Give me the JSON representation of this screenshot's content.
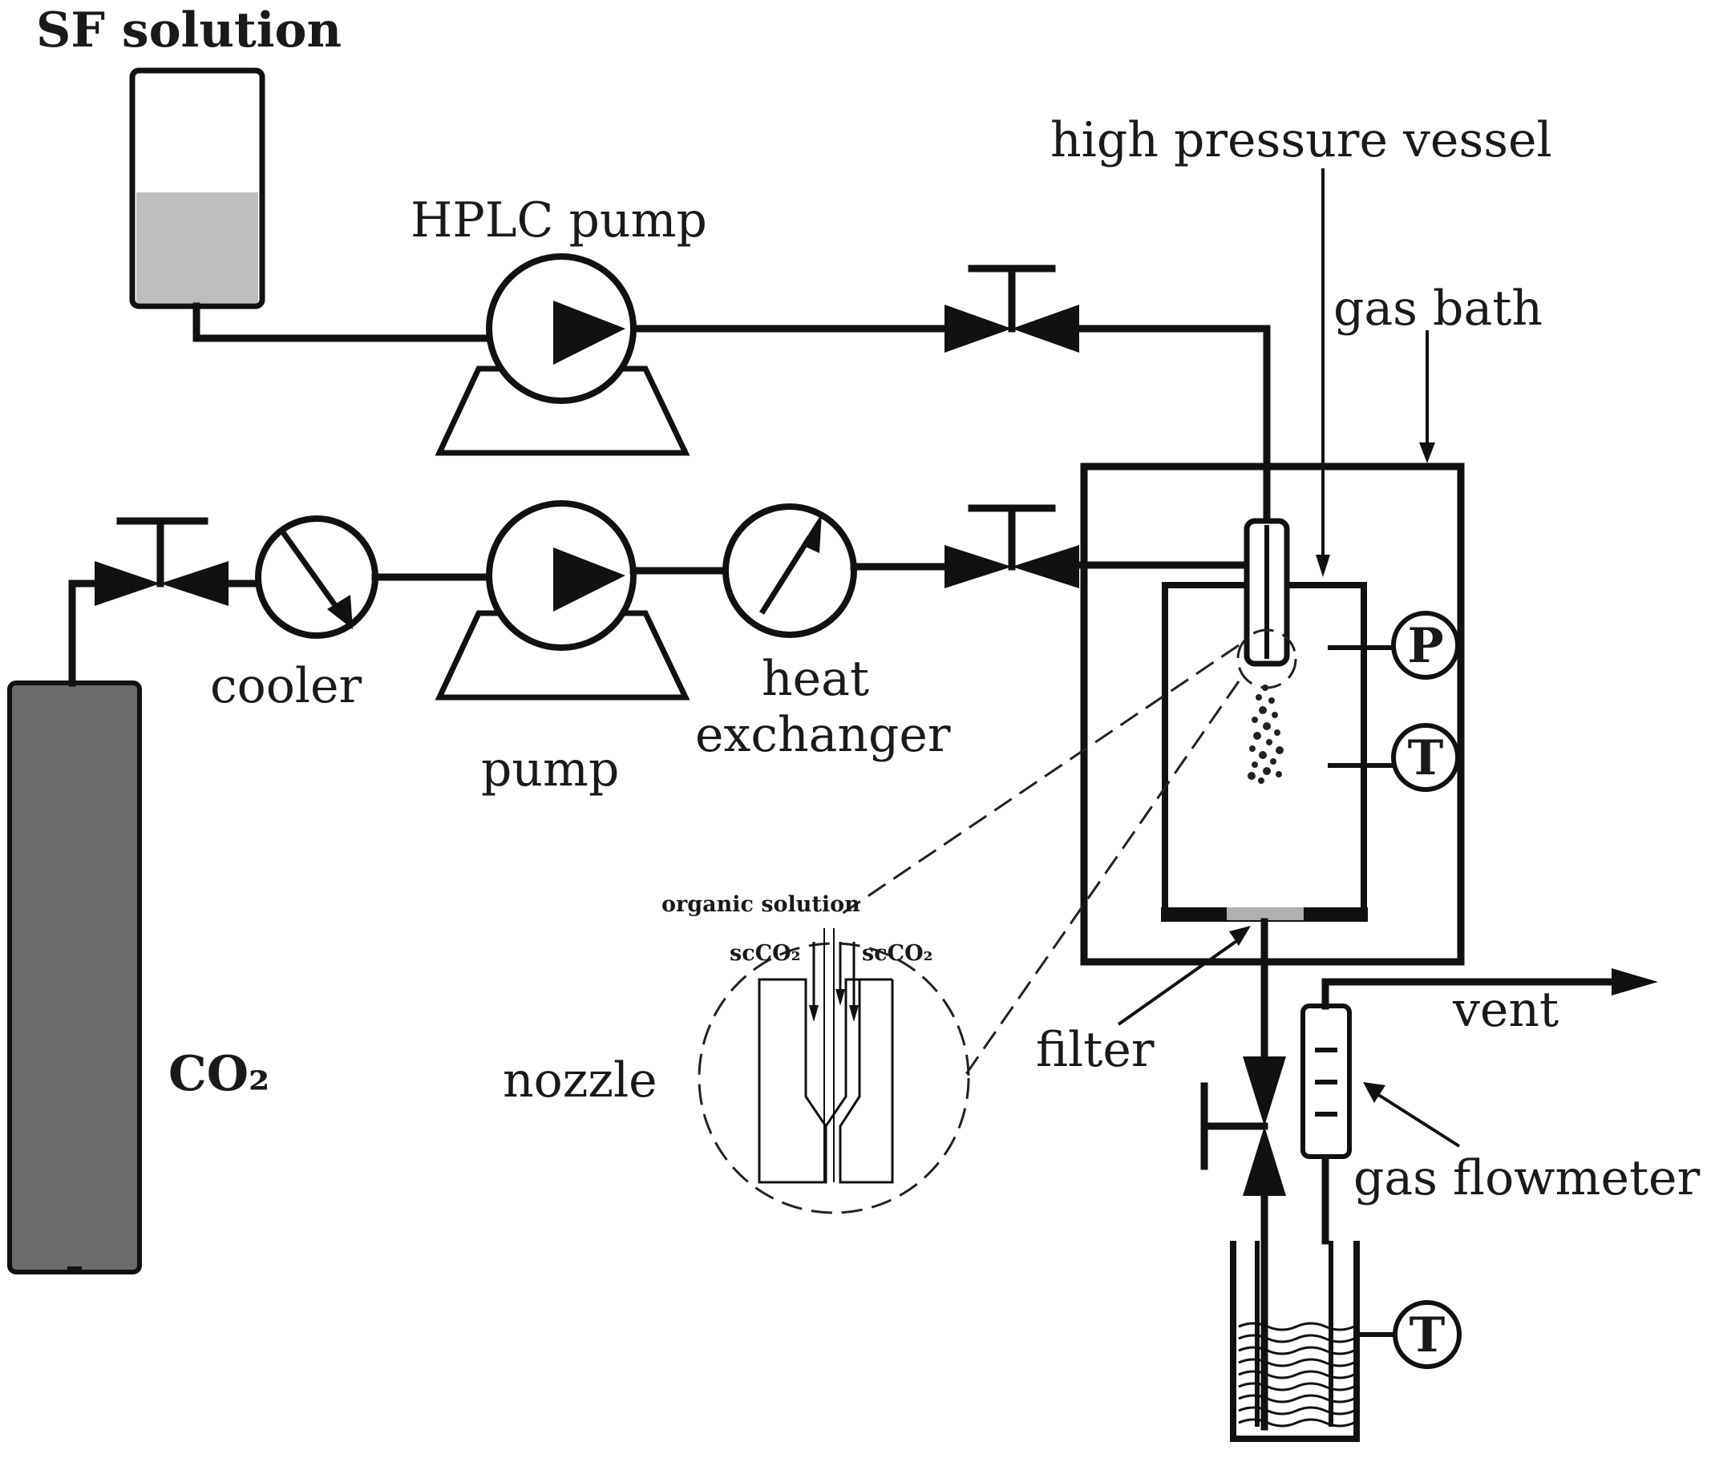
{
  "labels": {
    "sf_solution": "SF solution",
    "hplc_pump": "HPLC pump",
    "high_pressure_vessel": "high pressure vessel",
    "gas_bath": "gas bath",
    "cooler": "cooler",
    "pump": "pump",
    "heat": "heat",
    "exchanger": "exchanger",
    "co2": "CO₂",
    "organic_solution": "organic solution",
    "scco2_left": "scCO₂",
    "scco2_right": "scCO₂",
    "nozzle": "nozzle",
    "filter": "filter",
    "vent": "vent",
    "gas_flowmeter": "gas flowmeter",
    "pressure_gauge": "P",
    "temp_gauge_vessel": "T",
    "temp_gauge_trap": "T"
  },
  "colors": {
    "line": "#111111",
    "sf_solution_fill": "#bdbdbd",
    "co2_cylinder_fill": "#6b6b6b",
    "filter_fill": "#b0b0b0"
  }
}
